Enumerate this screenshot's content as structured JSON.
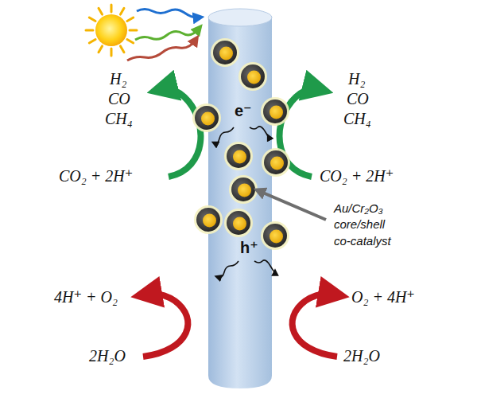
{
  "diagram": {
    "labels": [
      "H₂",
      "CO",
      "CH₄",
      "H₂",
      "CO",
      "CH₄",
      "e⁻",
      "CO₂ + 2H⁺",
      "CO₂ + 2H⁺",
      "Au/Cr₂O₃ core/shell co-catalyst",
      "h⁺",
      "4H⁺ + O₂",
      "O₂ + 4H⁺",
      "2H₂O",
      "2H₂O"
    ]
  }
}
